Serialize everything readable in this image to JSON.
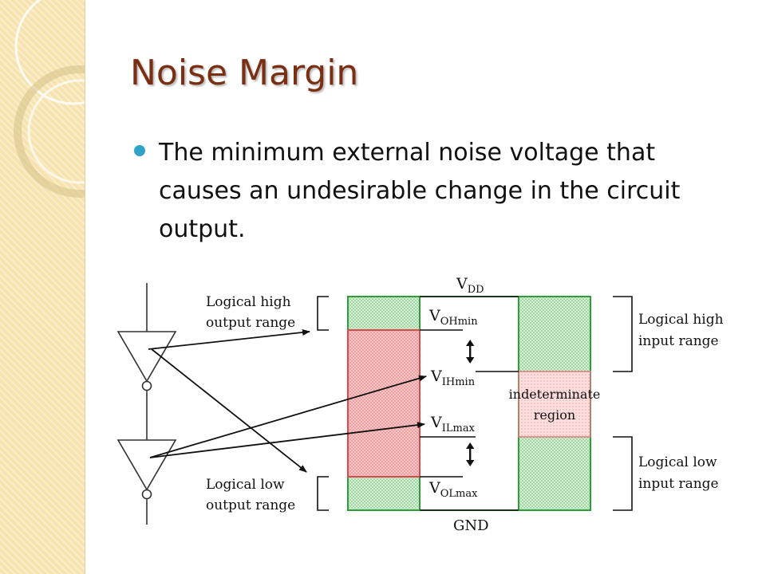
{
  "slide": {
    "title": "Noise Margin",
    "bullet": "The minimum external noise voltage that causes an undesirable change in the circuit output."
  },
  "diagram": {
    "levels": {
      "vdd": "V",
      "vdd_sub": "DD",
      "voh": "V",
      "voh_sub": "OHmin",
      "vih": "V",
      "vih_sub": "IHmin",
      "vil": "V",
      "vil_sub": "ILmax",
      "vol": "V",
      "vol_sub": "OLmax",
      "gnd": "GND"
    },
    "left_labels": {
      "high": [
        "Logical high",
        "output range"
      ],
      "low": [
        "Logical low",
        "output range"
      ]
    },
    "right_labels": {
      "high": [
        "Logical high",
        "input range"
      ],
      "low": [
        "Logical low",
        "input range"
      ]
    },
    "middle_label": [
      "indeterminate",
      "region"
    ],
    "colors": {
      "green_region": "#cdeccd",
      "green_border": "#2f9e3a",
      "red_region": "#f7b9b9",
      "red_border": "#d94a4a",
      "pink_region": "#f9d4d4",
      "title": "#7a2e12",
      "bullet": "#2fa3c7",
      "side_strip": "#f6e3b0"
    }
  }
}
